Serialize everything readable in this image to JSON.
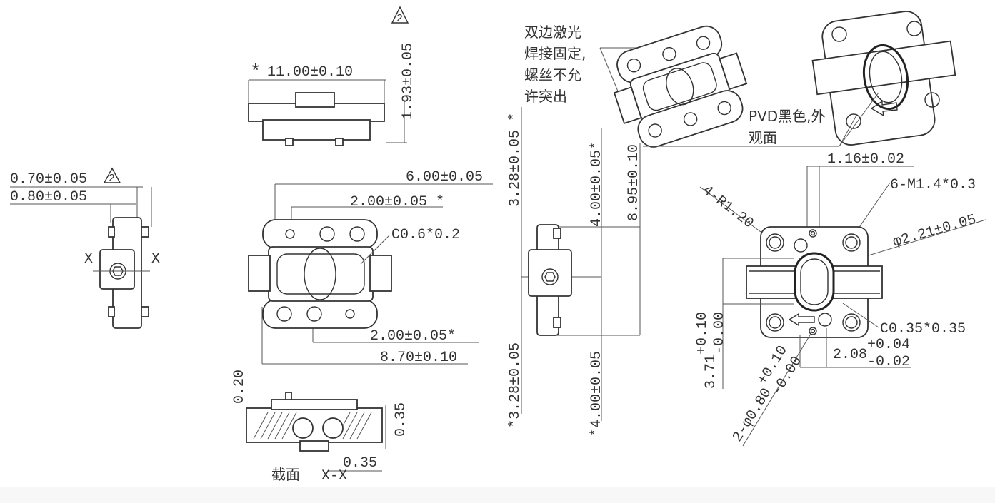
{
  "left_view": {
    "dim_top": "0.70±0.05",
    "dim_top_rev": "2",
    "dim_second": "0.80±0.05",
    "section_mark_left": "X",
    "section_mark_right": "X"
  },
  "top_view": {
    "width_dim": "11.00±0.10",
    "width_star": "*",
    "height_dim": "1.93±0.05",
    "height_rev": "2"
  },
  "front_view": {
    "dim_overall_top": "6.00±0.05",
    "dim_hole_top": "2.00±0.05 *",
    "chamfer": "C0.6*0.2",
    "dim_hole_bottom": "2.00±0.05*",
    "dim_overall_bottom": "8.70±0.10"
  },
  "section_view": {
    "dim_top_left": "0.20",
    "dim_right": "0.35",
    "dim_bottom": "0.35",
    "caption": "截面",
    "caption_mark": "X-X"
  },
  "side_view": {
    "dim_upper_left": "3.28±0.05 *",
    "dim_lower_left": "*3.28±0.05",
    "dim_upper_right": "4.00±0.05*",
    "dim_lower_right": "*4.00±0.05",
    "dim_overall": "8.95±0.10"
  },
  "notes": {
    "weld_note": [
      "双边激光",
      "焊接固定,",
      "螺丝不允",
      "许突出"
    ],
    "finish_note": [
      "PVD黑色,外",
      "观面"
    ]
  },
  "right_view": {
    "dim_slot": "1.16±0.02",
    "thread": "6-M1.4*0.3",
    "corner_radius": "4-R1.20",
    "diameter": "φ2.21±0.05",
    "chamfer": "C0.35*0.35",
    "width_base": "2.08",
    "width_upper_tol": "+0.04",
    "width_lower_tol": "-0.02",
    "height_base": "3.71",
    "height_upper_tol": "+0.10",
    "height_lower_tol": "-0.00",
    "pin_base": "2-φ0.80",
    "pin_upper_tol": "+0.10",
    "pin_lower_tol": "-0.00"
  }
}
